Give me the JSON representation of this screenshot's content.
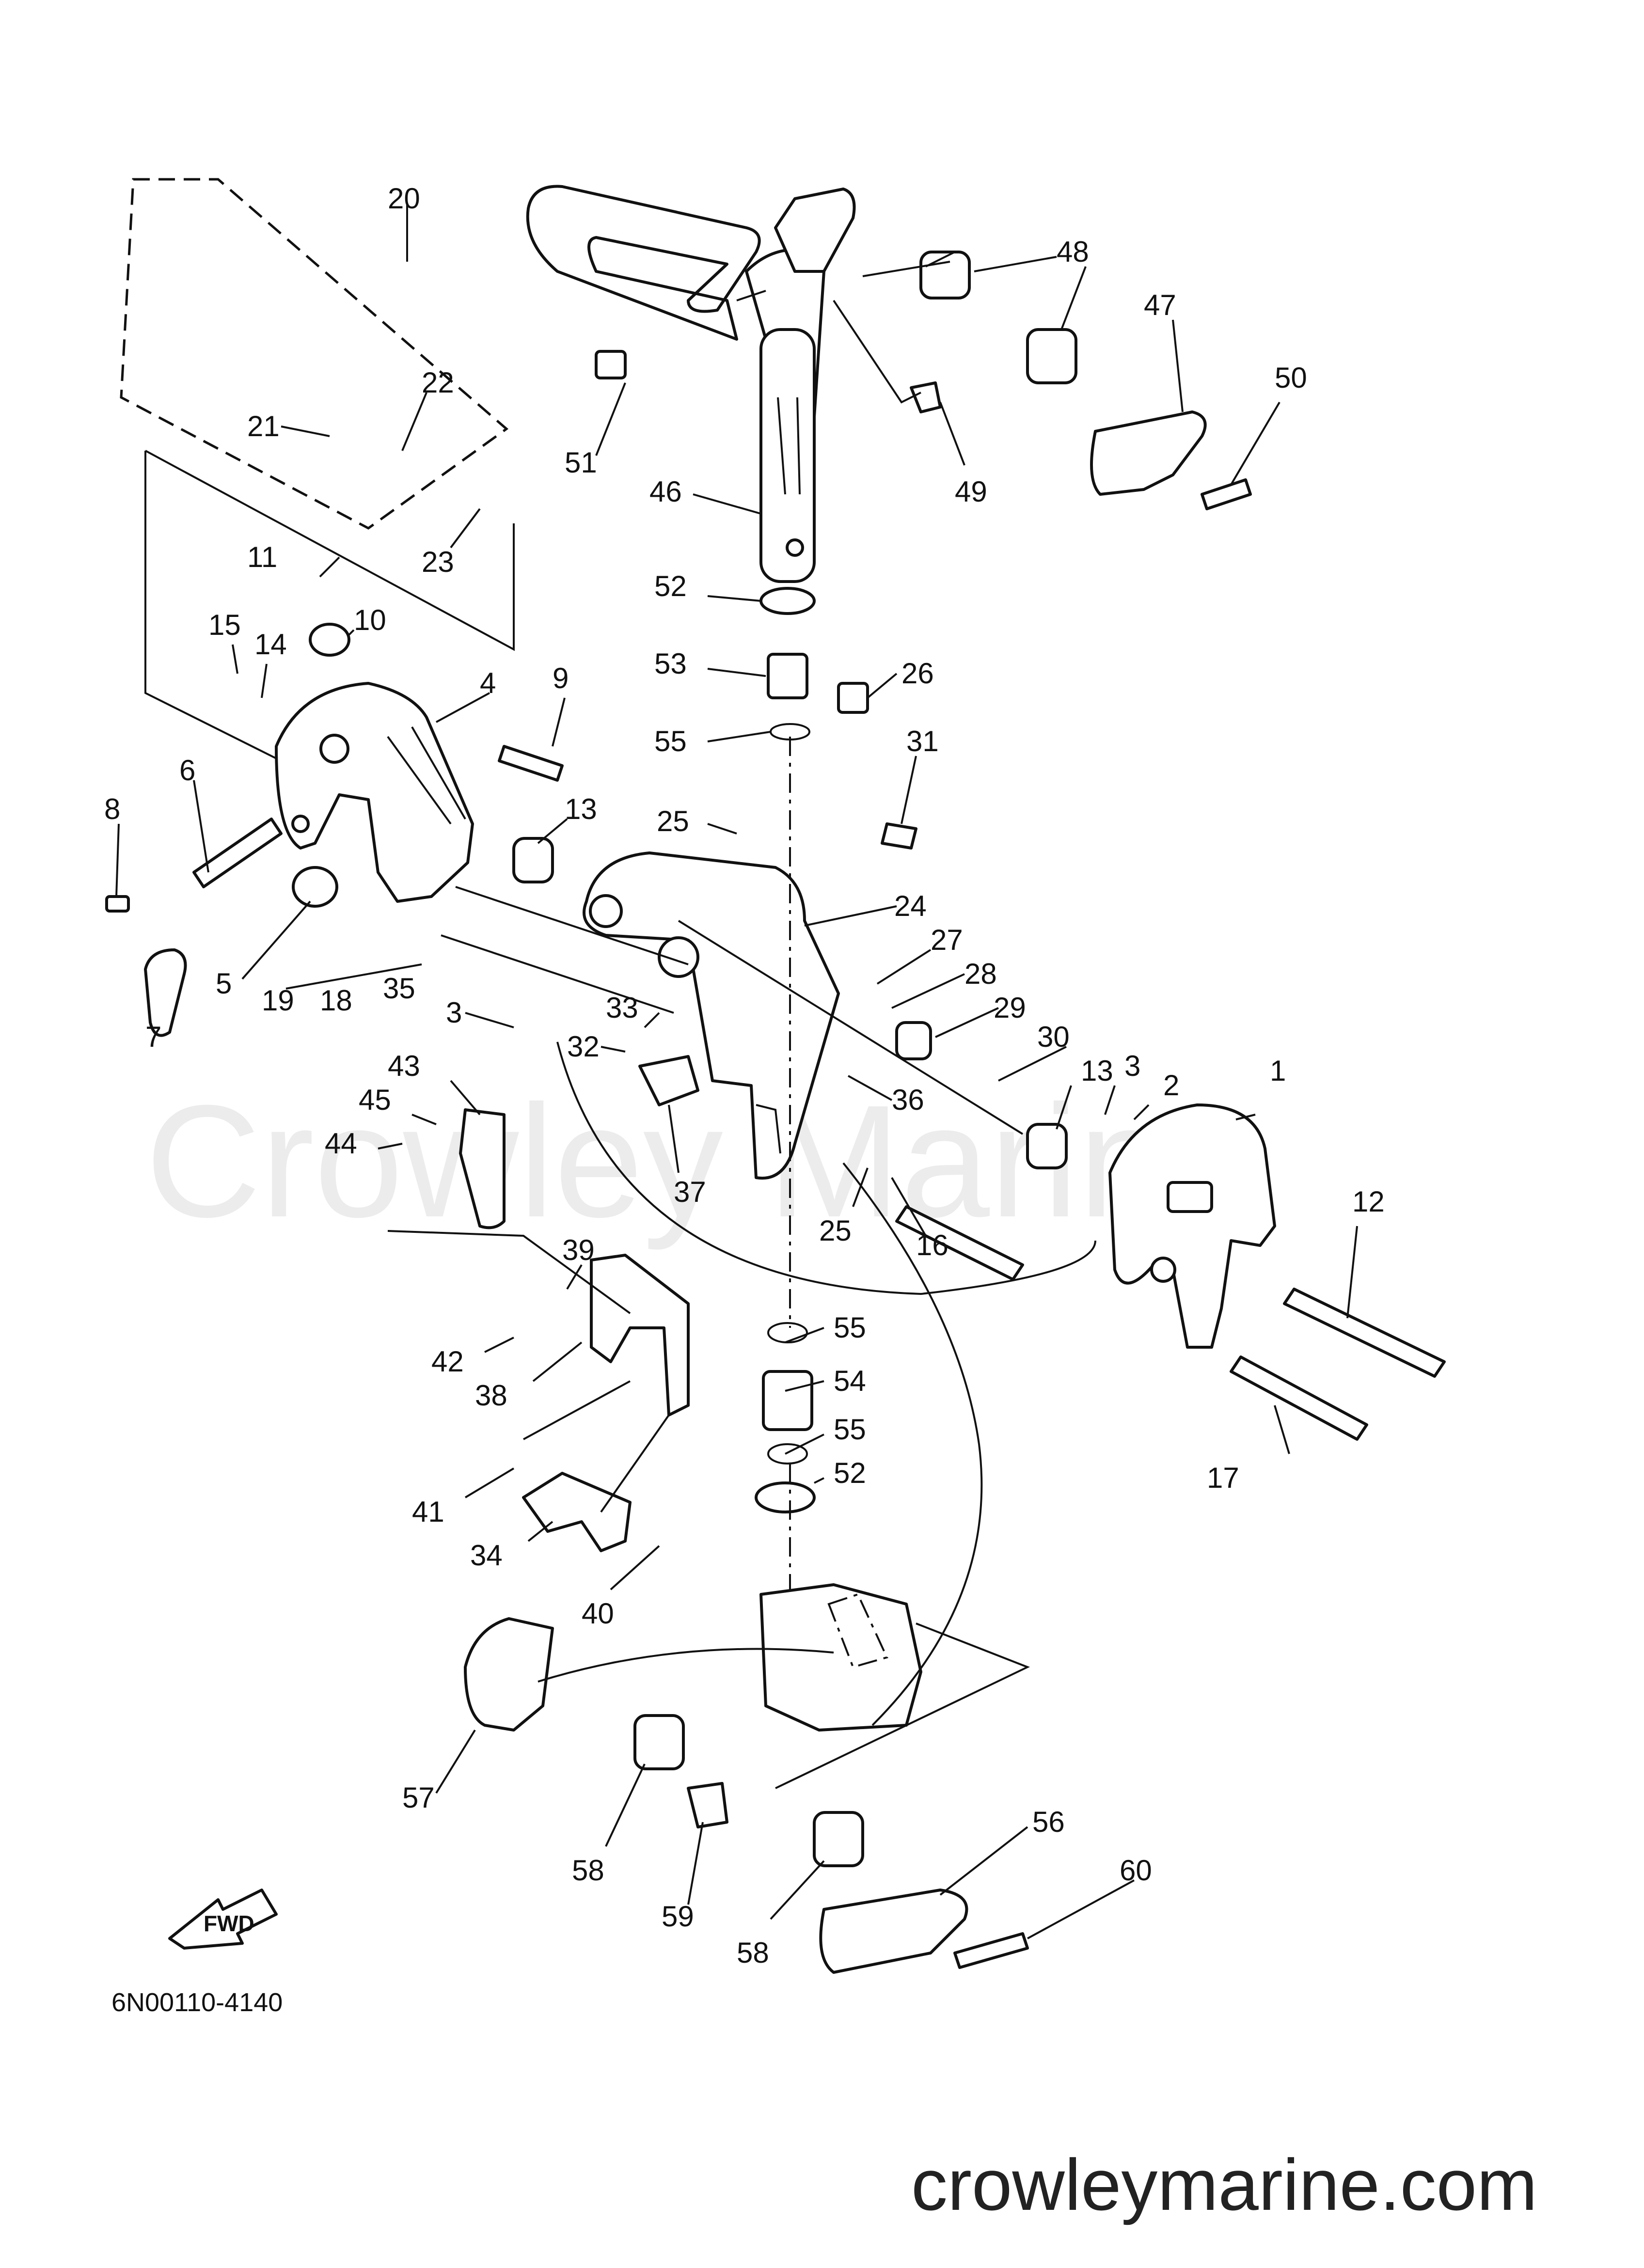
{
  "watermark": "Crowley Marine",
  "diagram_code": "6N00110-4140",
  "site": "crowleymarine.com",
  "fwd_label": "FWD",
  "callouts": [
    "1",
    "2",
    "3",
    "4",
    "5",
    "6",
    "7",
    "8",
    "9",
    "10",
    "11",
    "12",
    "13",
    "14",
    "15",
    "16",
    "17",
    "18",
    "19",
    "20",
    "21",
    "22",
    "23",
    "24",
    "25",
    "26",
    "27",
    "28",
    "29",
    "30",
    "31",
    "32",
    "33",
    "34",
    "35",
    "36",
    "37",
    "38",
    "39",
    "40",
    "41",
    "42",
    "43",
    "44",
    "45",
    "46",
    "47",
    "48",
    "49",
    "50",
    "51",
    "52",
    "53",
    "54",
    "55",
    "56",
    "57",
    "58",
    "59",
    "60"
  ]
}
